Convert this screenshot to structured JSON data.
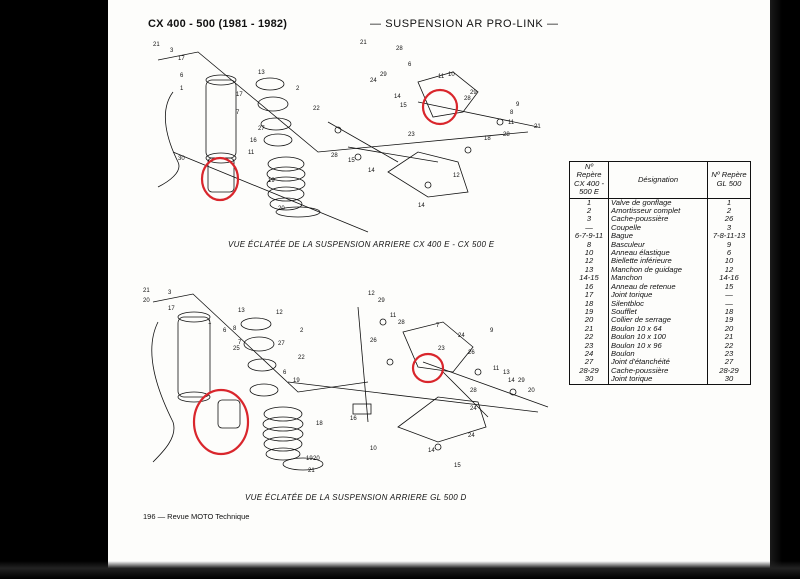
{
  "header": {
    "model": "CX 400 - 500 (1981 - 1982)",
    "section": "— SUSPENSION AR PRO-LINK —"
  },
  "captions": {
    "top": "VUE ÉCLATÉE DE LA SUSPENSION ARRIERE CX 400 E - CX 500 E",
    "bottom": "VUE ÉCLATÉE DE LA SUSPENSION ARRIERE GL 500 D"
  },
  "footer": "196 — Revue MOTO Technique",
  "table": {
    "headers": [
      "Nº Repère CX 400 - 500 E",
      "Désignation",
      "Nº Repère GL 500"
    ],
    "rows": [
      [
        "1",
        "Valve de gonflage",
        "1"
      ],
      [
        "2",
        "Amortisseur complet",
        "2"
      ],
      [
        "3",
        "Cache-poussière",
        "26"
      ],
      [
        "—",
        "Coupelle",
        "3"
      ],
      [
        "6-7-9-11",
        "Bague",
        "7-8-11-13"
      ],
      [
        "8",
        "Basculeur",
        "9"
      ],
      [
        "10",
        "Anneau élastique",
        "6"
      ],
      [
        "12",
        "Biellette inférieure",
        "10"
      ],
      [
        "13",
        "Manchon de guidage",
        "12"
      ],
      [
        "14-15",
        "Manchon",
        "14-16"
      ],
      [
        "16",
        "Anneau de retenue",
        "15"
      ],
      [
        "17",
        "Joint torique",
        "—"
      ],
      [
        "18",
        "Silentbloc",
        "—"
      ],
      [
        "19",
        "Soufflet",
        "18"
      ],
      [
        "20",
        "Collier de serrage",
        "19"
      ],
      [
        "21",
        "Boulon 10 x 64",
        "20"
      ],
      [
        "22",
        "Boulon 10 x 100",
        "21"
      ],
      [
        "23",
        "Boulon 10 x 96",
        "22"
      ],
      [
        "24",
        "Boulon",
        "23"
      ],
      [
        "27",
        "Joint d'étanchéité",
        "27"
      ],
      [
        "28-29",
        "Cache-poussière",
        "28-29"
      ],
      [
        "30",
        "Joint torique",
        "30"
      ]
    ]
  },
  "diagram_labels": {
    "top": [
      "21",
      "3",
      "17",
      "6",
      "1",
      "13",
      "2",
      "17",
      "7",
      "22",
      "27",
      "16",
      "11",
      "30",
      "19",
      "20",
      "21",
      "28",
      "6",
      "29",
      "24",
      "14",
      "15",
      "11",
      "10",
      "28",
      "29",
      "9",
      "8",
      "23",
      "11",
      "28",
      "18",
      "21",
      "28",
      "15",
      "14",
      "12",
      "14"
    ],
    "bottom": [
      "21",
      "20",
      "3",
      "17",
      "1",
      "6",
      "13",
      "12",
      "8",
      "7",
      "2",
      "27",
      "25",
      "22",
      "6",
      "19",
      "20",
      "9",
      "12",
      "29",
      "11",
      "28",
      "7",
      "26",
      "24",
      "23",
      "26",
      "11",
      "13",
      "14",
      "28",
      "29",
      "24",
      "20",
      "16",
      "10",
      "14",
      "15",
      "18",
      "24",
      "19",
      "21"
    ]
  },
  "colors": {
    "highlight_circle": "#d9262c",
    "ink": "#111111"
  }
}
